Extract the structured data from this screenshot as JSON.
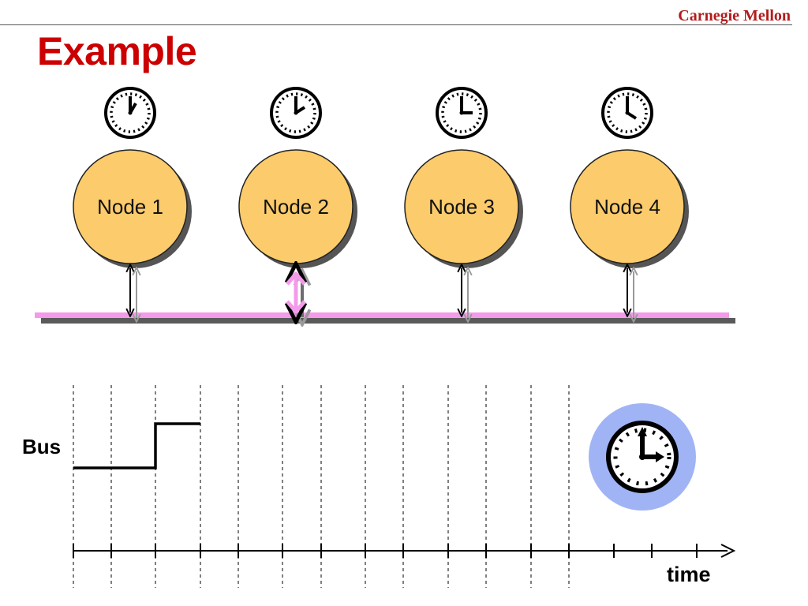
{
  "header": {
    "brand": "Carnegie Mellon",
    "title": "Example"
  },
  "nodes": [
    {
      "label": "Node 1",
      "clock_hour": 1,
      "active": false
    },
    {
      "label": "Node 2",
      "clock_hour": 2,
      "active": true
    },
    {
      "label": "Node 3",
      "clock_hour": 3,
      "active": false
    },
    {
      "label": "Node 4",
      "clock_hour": 4,
      "active": false
    }
  ],
  "timing": {
    "bus_label": "Bus",
    "time_label": "time",
    "signal_levels": [
      "low",
      "low",
      "high"
    ],
    "global_clock_hour": 3
  },
  "colors": {
    "node_fill": "#FBCB6C",
    "shared_bus": "#F39BEA",
    "bus_shadow": "#5A5A5A",
    "title": "#CC0000",
    "brand": "#B31B1B",
    "global_clock_badge": "#A0B4F5"
  }
}
